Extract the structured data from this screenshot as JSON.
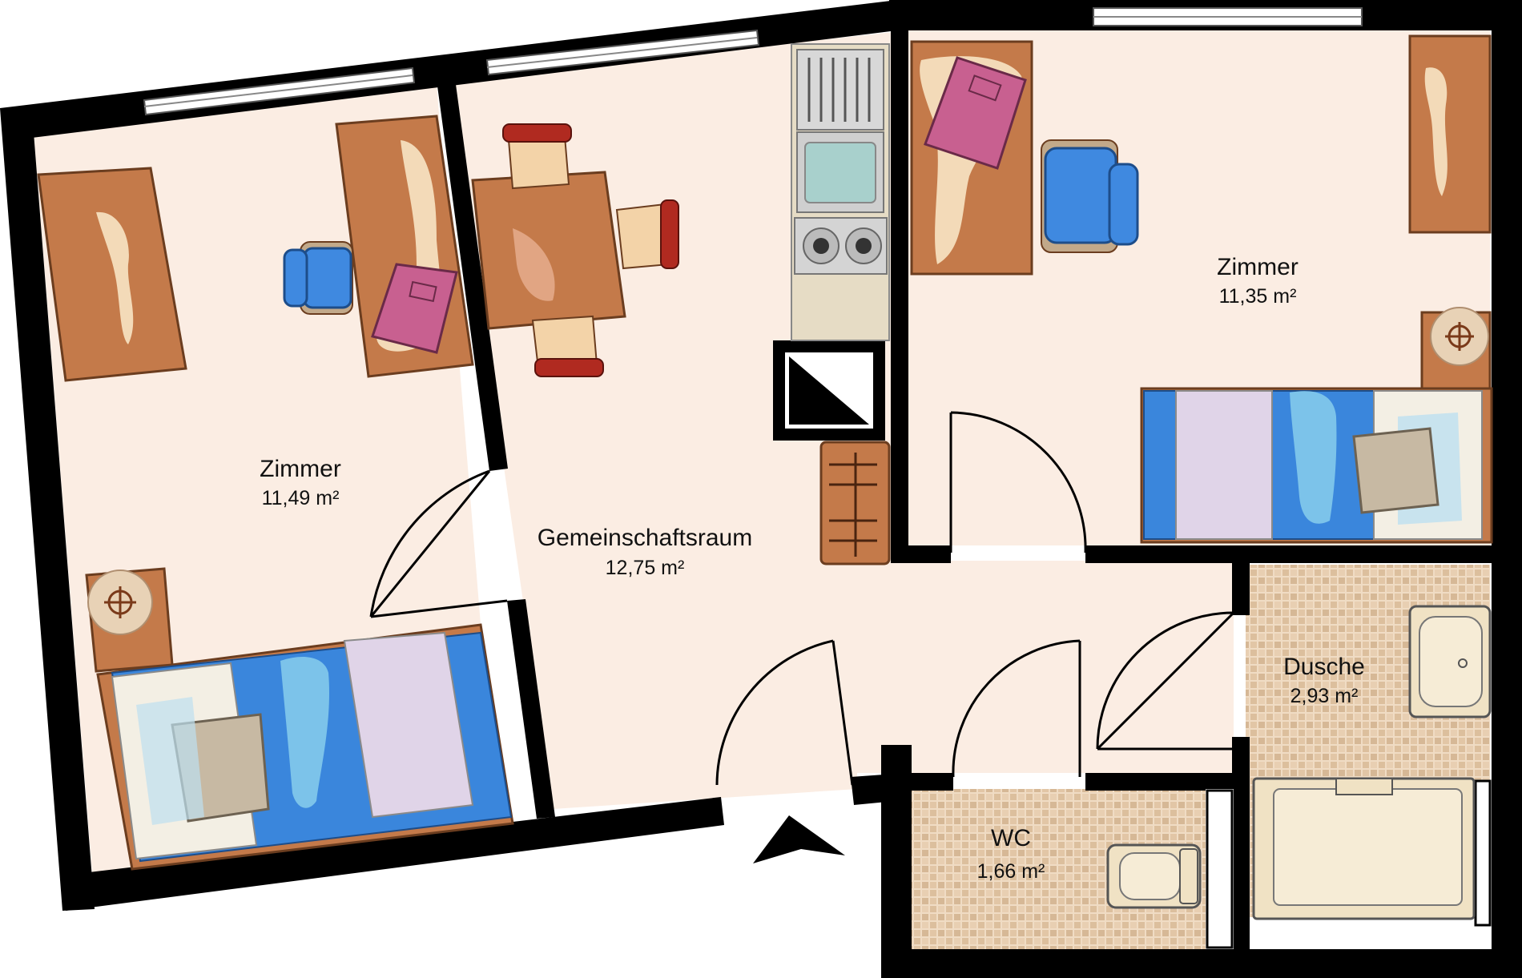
{
  "rooms": {
    "room_left": {
      "name": "Zimmer",
      "area": "11,49 m²"
    },
    "common_room": {
      "name": "Gemeinschaftsraum",
      "area": "12,75 m²"
    },
    "room_right": {
      "name": "Zimmer",
      "area": "11,35 m²"
    },
    "shower": {
      "name": "Dusche",
      "area": "2,93 m²"
    },
    "wc": {
      "name": "WC",
      "area": "1,66 m²"
    }
  },
  "colors": {
    "wall": "#000000",
    "floor": "#fbede3",
    "tile_light": "#e8d2b6",
    "tile_dark": "#d2b18c",
    "wood": "#c47a4a",
    "blanket": "#3a86dc",
    "chair": "#3f89e0",
    "pillow": "#c7b9a3",
    "folder": "#c86090"
  }
}
